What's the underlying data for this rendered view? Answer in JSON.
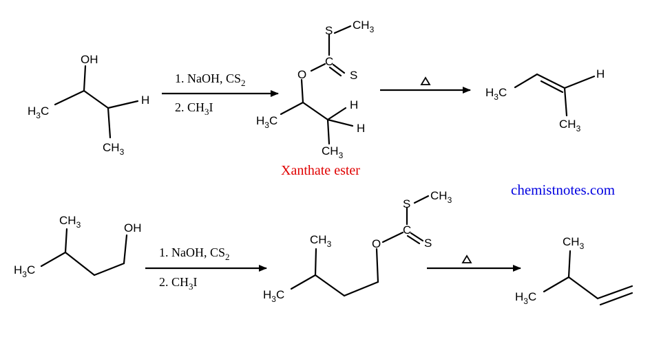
{
  "reaction1": {
    "reactant": {
      "oh": "OH",
      "h": "H",
      "h3c": "H",
      "h3c_3": "3",
      "h3c_c": "C",
      "ch3": "CH",
      "ch3_3": "3"
    },
    "conditions": {
      "step1_pre": "1. NaOH, CS",
      "step1_sub": "2",
      "step2_pre": "2. CH",
      "step2_sub": "3",
      "step2_post": "I"
    },
    "intermediate": {
      "s_top": "S",
      "ch3_top": "CH",
      "ch3_top_3": "3",
      "c": "C",
      "s_double": "S",
      "o": "O",
      "h_a": "H",
      "h_b": "H",
      "h3c": "H",
      "h3c_3": "3",
      "h3c_c": "C",
      "ch3": "CH",
      "ch3_3": "3"
    },
    "caption": "Xanthate ester",
    "heat_label": "Δ",
    "product": {
      "h3c": "H",
      "h3c_3": "3",
      "h3c_c": "C",
      "h": "H",
      "ch3": "CH",
      "ch3_3": "3"
    }
  },
  "reaction2": {
    "reactant": {
      "ch3": "CH",
      "ch3_3": "3",
      "oh": "OH",
      "h3c": "H",
      "h3c_3": "3",
      "h3c_c": "C"
    },
    "conditions": {
      "step1_pre": "1. NaOH, CS",
      "step1_sub": "2",
      "step2_pre": "2. CH",
      "step2_sub": "3",
      "step2_post": "I"
    },
    "intermediate": {
      "s_top": "S",
      "ch3_top": "CH",
      "ch3_top_3": "3",
      "c": "C",
      "s_double": "S",
      "o": "O",
      "ch3": "CH",
      "ch3_3": "3",
      "h3c": "H",
      "h3c_3": "3",
      "h3c_c": "C"
    },
    "heat_label": "Δ",
    "product": {
      "ch3": "CH",
      "ch3_3": "3",
      "h3c": "H",
      "h3c_3": "3",
      "h3c_c": "C"
    }
  },
  "watermark": "chemistnotes.com",
  "colors": {
    "caption": "#e00000",
    "watermark": "#0000e0",
    "ink": "#000000"
  }
}
